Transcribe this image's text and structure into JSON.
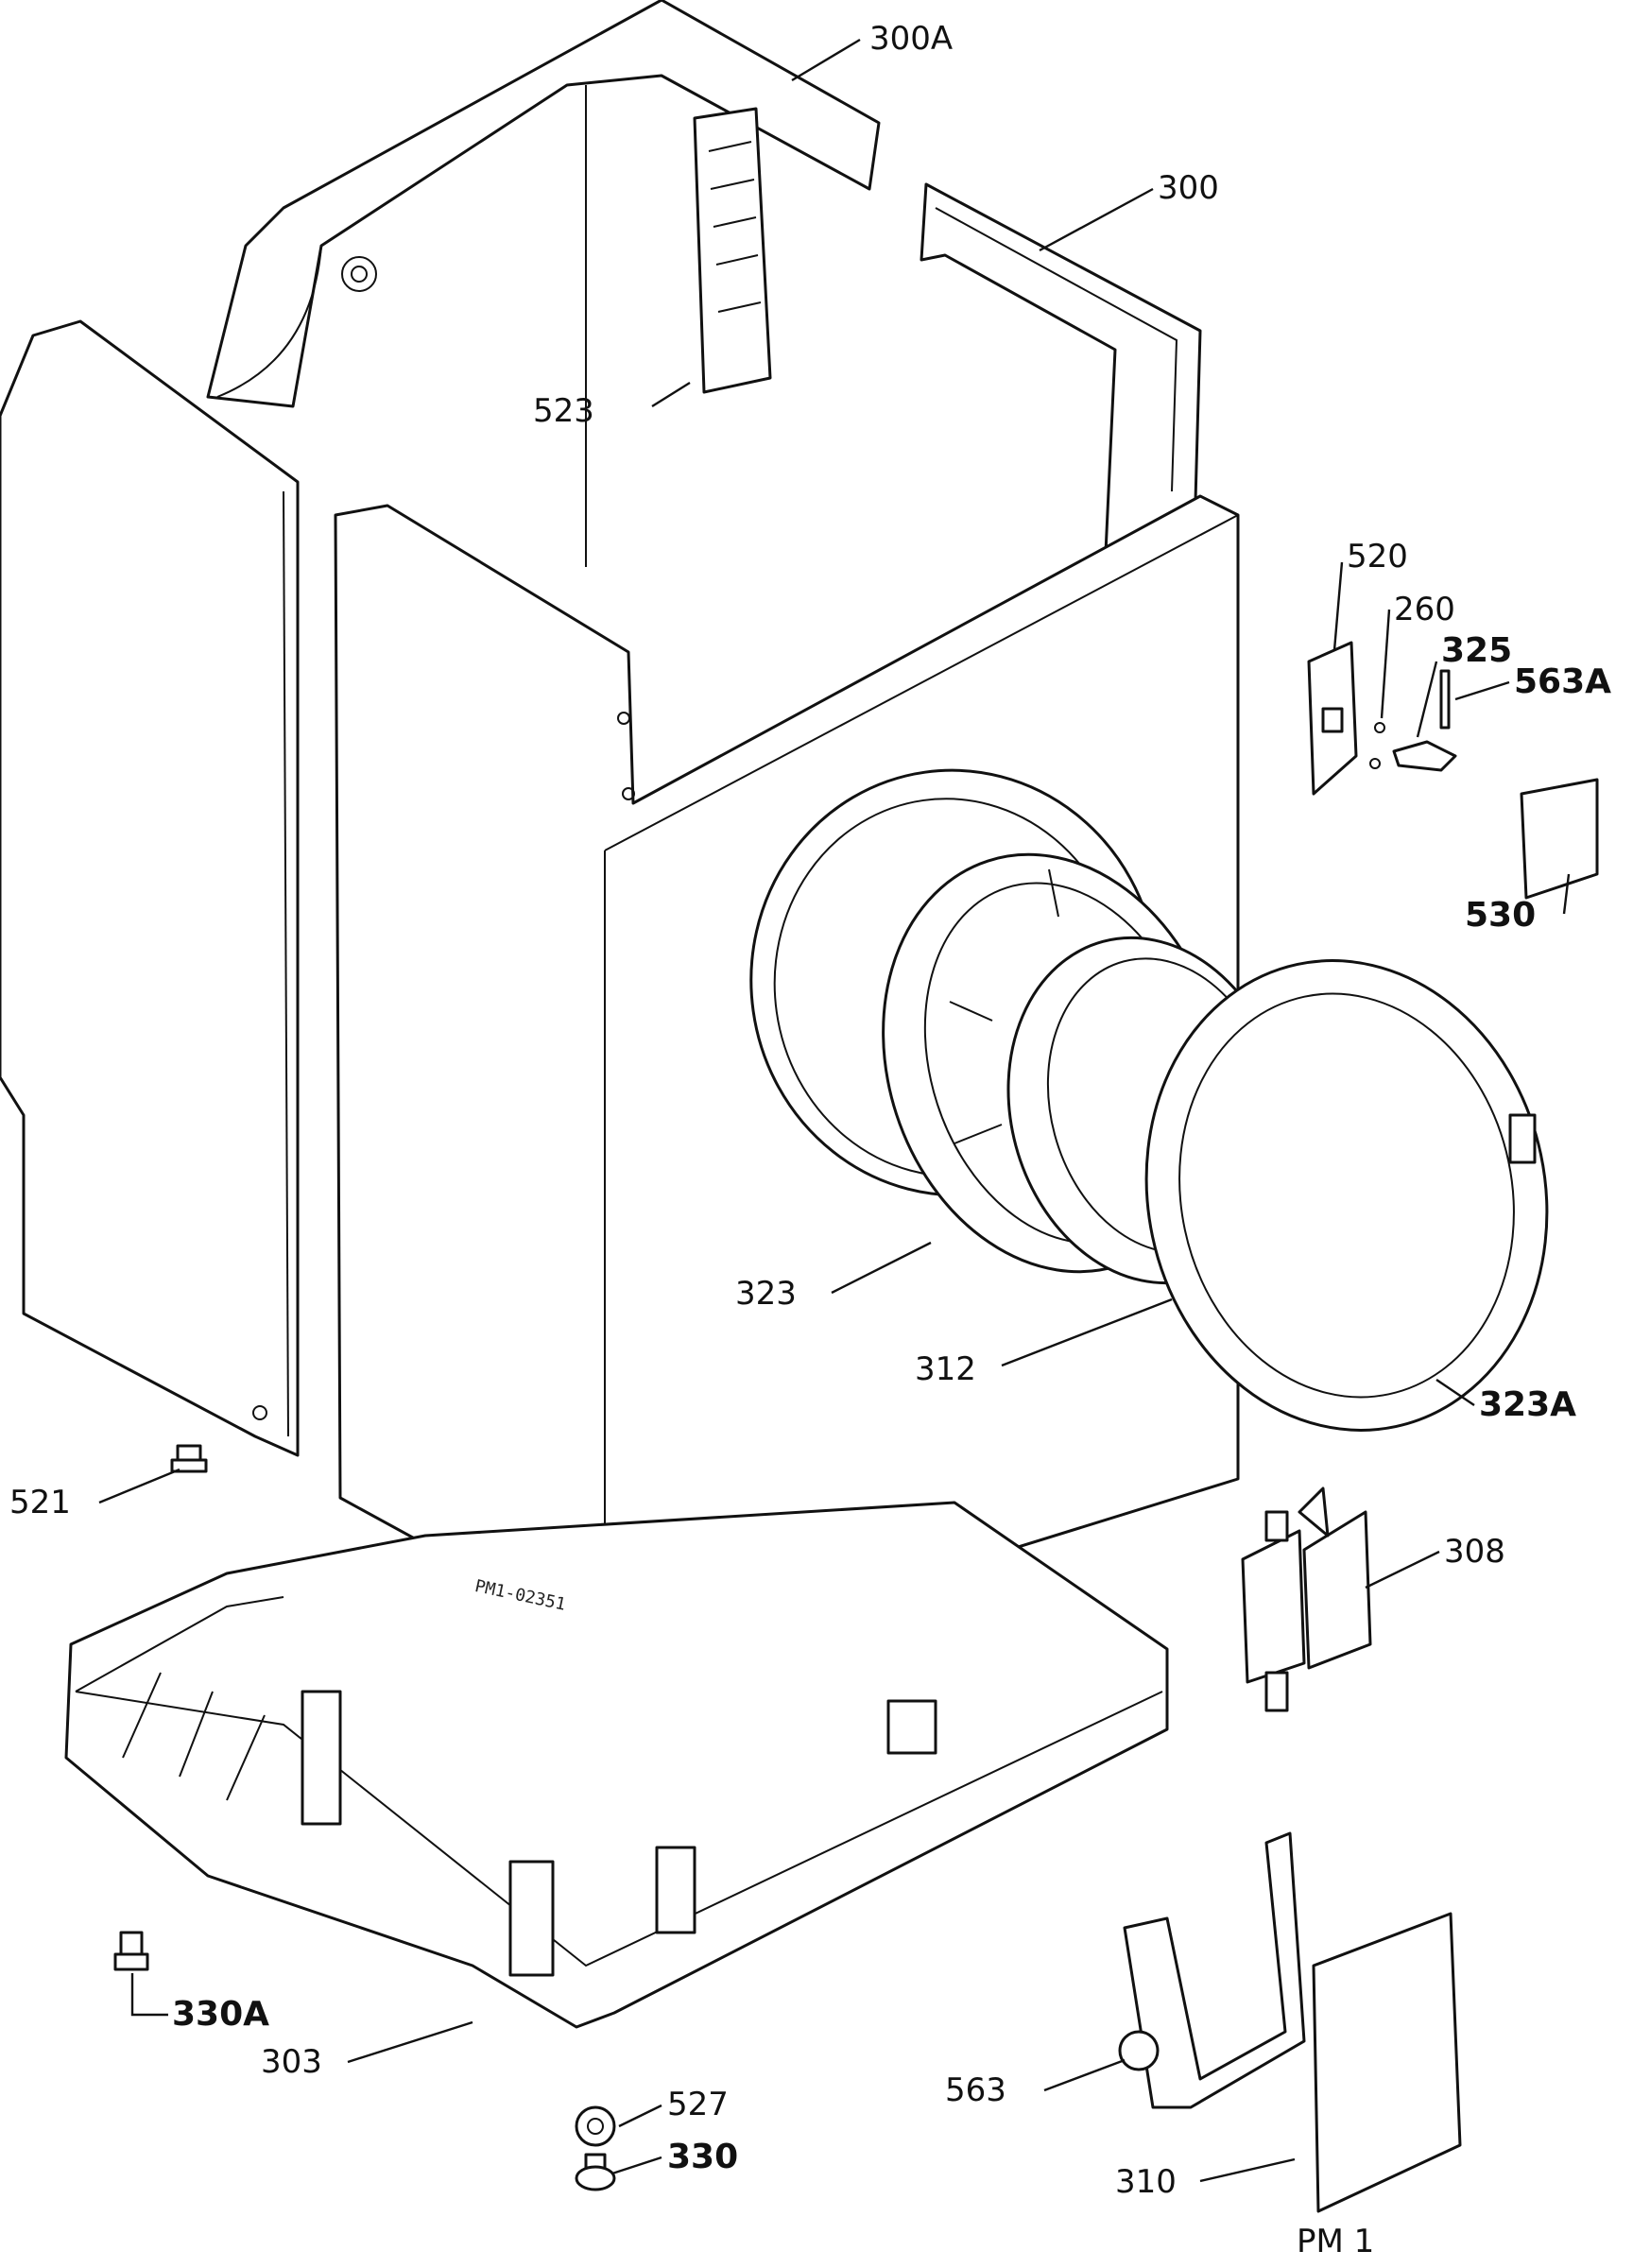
{
  "labels": {
    "l300A": "300A",
    "l300": "300",
    "l523": "523",
    "l520": "520",
    "l260": "260",
    "l325": "325",
    "l563A": "563A",
    "l530": "530",
    "l323": "323",
    "l312": "312",
    "l323A": "323A",
    "l521": "521",
    "l308": "308",
    "l330A": "330A",
    "l303": "303",
    "l527": "527",
    "l330": "330",
    "l563": "563",
    "l310": "310"
  },
  "stamp": "PM1-02351",
  "page_code": "PM 1"
}
